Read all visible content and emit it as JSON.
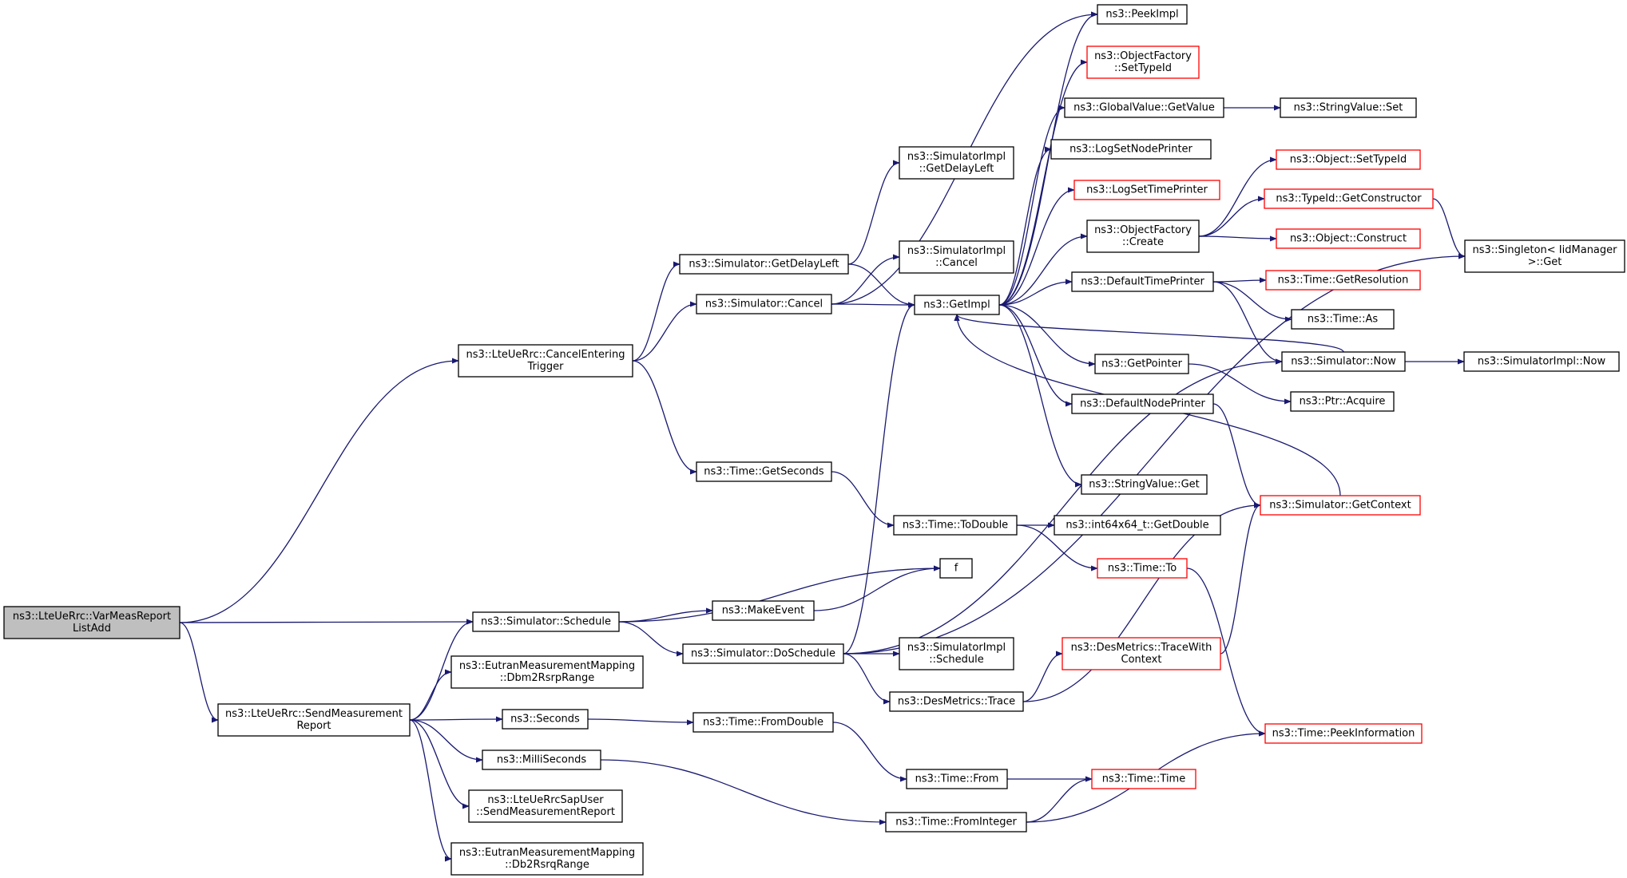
{
  "colors": {
    "edge": "#191970",
    "root_fill": "#bfbfbf",
    "node_fill": "#ffffff",
    "normal_border": "#000000",
    "red_border": "#ff0000"
  },
  "nodes": [
    {
      "id": "root",
      "style": "root",
      "lines": [
        "ns3::LteUeRrc::VarMeasReport",
        "ListAdd"
      ]
    },
    {
      "id": "cancelEntering",
      "style": "normal",
      "lines": [
        "ns3::LteUeRrc::CancelEntering",
        "Trigger"
      ]
    },
    {
      "id": "schedule",
      "style": "normal",
      "lines": [
        "ns3::Simulator::Schedule"
      ]
    },
    {
      "id": "sendMeasReport",
      "style": "normal",
      "lines": [
        "ns3::LteUeRrc::SendMeasurement",
        "Report"
      ]
    },
    {
      "id": "getDelayLeft",
      "style": "normal",
      "lines": [
        "ns3::Simulator::GetDelayLeft"
      ]
    },
    {
      "id": "simCancel",
      "style": "normal",
      "lines": [
        "ns3::Simulator::Cancel"
      ]
    },
    {
      "id": "getSeconds",
      "style": "normal",
      "lines": [
        "ns3::Time::GetSeconds"
      ]
    },
    {
      "id": "implGetDelayLeft",
      "style": "normal",
      "lines": [
        "ns3::SimulatorImpl",
        "::GetDelayLeft"
      ]
    },
    {
      "id": "implCancel",
      "style": "normal",
      "lines": [
        "ns3::SimulatorImpl",
        "::Cancel"
      ]
    },
    {
      "id": "getImpl",
      "style": "normal",
      "lines": [
        "ns3::GetImpl"
      ]
    },
    {
      "id": "peekImpl",
      "style": "normal",
      "lines": [
        "ns3::PeekImpl"
      ]
    },
    {
      "id": "ofSetTypeId",
      "style": "red",
      "lines": [
        "ns3::ObjectFactory",
        "::SetTypeId"
      ]
    },
    {
      "id": "gvGetValue",
      "style": "normal",
      "lines": [
        "ns3::GlobalValue::GetValue"
      ]
    },
    {
      "id": "logSetNodePrinter",
      "style": "normal",
      "lines": [
        "ns3::LogSetNodePrinter"
      ]
    },
    {
      "id": "logSetTimePrinter",
      "style": "red",
      "lines": [
        "ns3::LogSetTimePrinter"
      ]
    },
    {
      "id": "ofCreate",
      "style": "normal",
      "lines": [
        "ns3::ObjectFactory",
        "::Create"
      ]
    },
    {
      "id": "defaultTimePrinter",
      "style": "normal",
      "lines": [
        "ns3::DefaultTimePrinter"
      ]
    },
    {
      "id": "getPointer",
      "style": "normal",
      "lines": [
        "ns3::GetPointer"
      ]
    },
    {
      "id": "defaultNodePrinter",
      "style": "normal",
      "lines": [
        "ns3::DefaultNodePrinter"
      ]
    },
    {
      "id": "svGet",
      "style": "normal",
      "lines": [
        "ns3::StringValue::Get"
      ]
    },
    {
      "id": "svSet",
      "style": "normal",
      "lines": [
        "ns3::StringValue::Set"
      ]
    },
    {
      "id": "objSetTypeId",
      "style": "red",
      "lines": [
        "ns3::Object::SetTypeId"
      ]
    },
    {
      "id": "typeIdGetCtor",
      "style": "red",
      "lines": [
        "ns3::TypeId::GetConstructor"
      ]
    },
    {
      "id": "objConstruct",
      "style": "red",
      "lines": [
        "ns3::Object::Construct"
      ]
    },
    {
      "id": "singletonGet",
      "style": "normal",
      "lines": [
        "ns3::Singleton< IidManager",
        ">::Get"
      ]
    },
    {
      "id": "timeGetResolution",
      "style": "red",
      "lines": [
        "ns3::Time::GetResolution"
      ]
    },
    {
      "id": "timeAs",
      "style": "normal",
      "lines": [
        "ns3::Time::As"
      ]
    },
    {
      "id": "simNow",
      "style": "normal",
      "lines": [
        "ns3::Simulator::Now"
      ]
    },
    {
      "id": "implNow",
      "style": "normal",
      "lines": [
        "ns3::SimulatorImpl::Now"
      ]
    },
    {
      "id": "ptrAcquire",
      "style": "normal",
      "lines": [
        "ns3::Ptr::Acquire"
      ]
    },
    {
      "id": "simGetContext",
      "style": "red",
      "lines": [
        "ns3::Simulator::GetContext"
      ]
    },
    {
      "id": "toDouble",
      "style": "normal",
      "lines": [
        "ns3::Time::ToDouble"
      ]
    },
    {
      "id": "int64GetDouble",
      "style": "normal",
      "lines": [
        "ns3::int64x64_t::GetDouble"
      ]
    },
    {
      "id": "timeTo",
      "style": "red",
      "lines": [
        "ns3::Time::To"
      ]
    },
    {
      "id": "f",
      "style": "normal",
      "lines": [
        "f"
      ]
    },
    {
      "id": "makeEvent",
      "style": "normal",
      "lines": [
        "ns3::MakeEvent"
      ]
    },
    {
      "id": "doSchedule",
      "style": "normal",
      "lines": [
        "ns3::Simulator::DoSchedule"
      ]
    },
    {
      "id": "implSchedule",
      "style": "normal",
      "lines": [
        "ns3::SimulatorImpl",
        "::Schedule"
      ]
    },
    {
      "id": "dmTrace",
      "style": "normal",
      "lines": [
        "ns3::DesMetrics::Trace"
      ]
    },
    {
      "id": "dmTraceWithContext",
      "style": "red",
      "lines": [
        "ns3::DesMetrics::TraceWith",
        "Context"
      ]
    },
    {
      "id": "eutranDbm2Rsrp",
      "style": "normal",
      "lines": [
        "ns3::EutranMeasurementMapping",
        "::Dbm2RsrpRange"
      ]
    },
    {
      "id": "seconds",
      "style": "normal",
      "lines": [
        "ns3::Seconds"
      ]
    },
    {
      "id": "milliSeconds",
      "style": "normal",
      "lines": [
        "ns3::MilliSeconds"
      ]
    },
    {
      "id": "sapUserSend",
      "style": "normal",
      "lines": [
        "ns3::LteUeRrcSapUser",
        "::SendMeasurementReport"
      ]
    },
    {
      "id": "eutranDb2Rsrq",
      "style": "normal",
      "lines": [
        "ns3::EutranMeasurementMapping",
        "::Db2RsrqRange"
      ]
    },
    {
      "id": "fromDouble",
      "style": "normal",
      "lines": [
        "ns3::Time::FromDouble"
      ]
    },
    {
      "id": "timeFrom",
      "style": "normal",
      "lines": [
        "ns3::Time::From"
      ]
    },
    {
      "id": "fromInteger",
      "style": "normal",
      "lines": [
        "ns3::Time::FromInteger"
      ]
    },
    {
      "id": "timeTime",
      "style": "red",
      "lines": [
        "ns3::Time::Time"
      ]
    },
    {
      "id": "peekInformation",
      "style": "red",
      "lines": [
        "ns3::Time::PeekInformation"
      ]
    }
  ],
  "edges": [
    [
      "root",
      "cancelEntering"
    ],
    [
      "root",
      "schedule"
    ],
    [
      "root",
      "sendMeasReport"
    ],
    [
      "cancelEntering",
      "getDelayLeft"
    ],
    [
      "cancelEntering",
      "simCancel"
    ],
    [
      "cancelEntering",
      "getSeconds"
    ],
    [
      "getDelayLeft",
      "implGetDelayLeft"
    ],
    [
      "getDelayLeft",
      "getImpl"
    ],
    [
      "simCancel",
      "implCancel"
    ],
    [
      "simCancel",
      "getImpl"
    ],
    [
      "simCancel",
      "peekImpl"
    ],
    [
      "getImpl",
      "peekImpl"
    ],
    [
      "getImpl",
      "ofSetTypeId"
    ],
    [
      "getImpl",
      "gvGetValue"
    ],
    [
      "getImpl",
      "logSetNodePrinter"
    ],
    [
      "getImpl",
      "logSetTimePrinter"
    ],
    [
      "getImpl",
      "ofCreate"
    ],
    [
      "getImpl",
      "defaultTimePrinter"
    ],
    [
      "getImpl",
      "getPointer"
    ],
    [
      "getImpl",
      "defaultNodePrinter"
    ],
    [
      "getImpl",
      "svGet"
    ],
    [
      "gvGetValue",
      "svSet"
    ],
    [
      "ofCreate",
      "objSetTypeId"
    ],
    [
      "ofCreate",
      "typeIdGetCtor"
    ],
    [
      "ofCreate",
      "objConstruct"
    ],
    [
      "typeIdGetCtor",
      "singletonGet"
    ],
    [
      "defaultTimePrinter",
      "timeGetResolution"
    ],
    [
      "defaultTimePrinter",
      "timeAs"
    ],
    [
      "defaultTimePrinter",
      "simNow"
    ],
    [
      "simNow",
      "getImpl"
    ],
    [
      "simNow",
      "implNow"
    ],
    [
      "getPointer",
      "ptrAcquire"
    ],
    [
      "defaultNodePrinter",
      "simGetContext"
    ],
    [
      "simGetContext",
      "getImpl"
    ],
    [
      "getSeconds",
      "toDouble"
    ],
    [
      "toDouble",
      "int64GetDouble"
    ],
    [
      "toDouble",
      "timeTo"
    ],
    [
      "timeTo",
      "peekInformation"
    ],
    [
      "schedule",
      "f"
    ],
    [
      "schedule",
      "makeEvent"
    ],
    [
      "schedule",
      "doSchedule"
    ],
    [
      "makeEvent",
      "f"
    ],
    [
      "doSchedule",
      "getImpl"
    ],
    [
      "doSchedule",
      "singletonGet"
    ],
    [
      "doSchedule",
      "implSchedule"
    ],
    [
      "doSchedule",
      "dmTrace"
    ],
    [
      "doSchedule",
      "simNow"
    ],
    [
      "dmTrace",
      "dmTraceWithContext"
    ],
    [
      "dmTrace",
      "simGetContext"
    ],
    [
      "dmTraceWithContext",
      "simGetContext"
    ],
    [
      "sendMeasReport",
      "schedule"
    ],
    [
      "sendMeasReport",
      "eutranDbm2Rsrp"
    ],
    [
      "sendMeasReport",
      "seconds"
    ],
    [
      "sendMeasReport",
      "milliSeconds"
    ],
    [
      "sendMeasReport",
      "sapUserSend"
    ],
    [
      "sendMeasReport",
      "eutranDb2Rsrq"
    ],
    [
      "seconds",
      "fromDouble"
    ],
    [
      "fromDouble",
      "timeFrom"
    ],
    [
      "timeFrom",
      "timeTime"
    ],
    [
      "milliSeconds",
      "fromInteger"
    ],
    [
      "fromInteger",
      "timeTime"
    ],
    [
      "fromInteger",
      "peekInformation"
    ]
  ]
}
